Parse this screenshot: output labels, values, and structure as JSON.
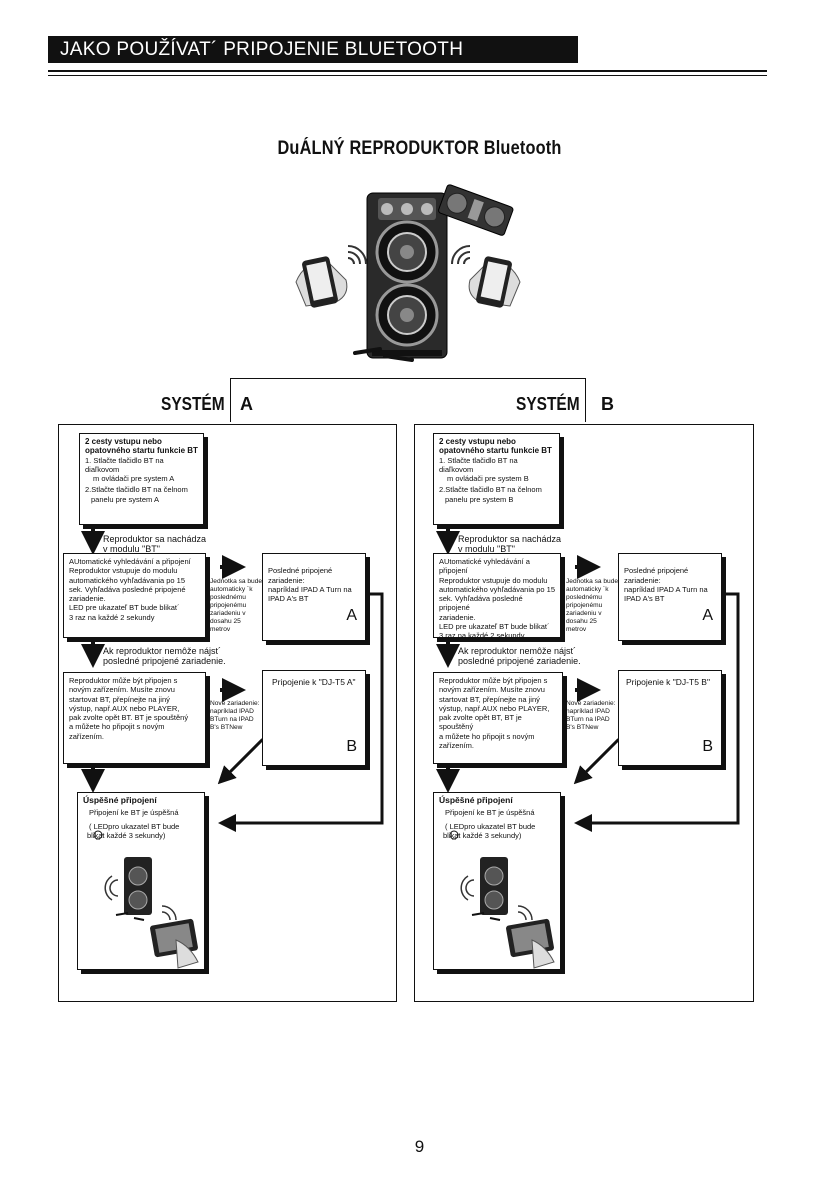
{
  "header": {
    "title": "JAKO POUŽÍVAT´ PRIPOJENIE   BLUETOOTH"
  },
  "hero": {
    "title": "DuÁLNÝ REPRODUKTOR   Bluetooth"
  },
  "systems": {
    "a": {
      "label": "SYSTÉM",
      "letter": "A"
    },
    "b": {
      "label": "SYSTÉM",
      "letter": "B"
    }
  },
  "panel_a": {
    "box1_title": "2 cesty vstupu nebo opatovného startu funkcie BT",
    "box1_line1": "1. Stlačte tlačidlo   BT na diaľkovom",
    "box1_line2": "m ovládači pre system A",
    "box1_line3": "2.Stlačte tlačidlo   BT na čelnom",
    "box1_line4": "panelu pre system A",
    "step1": "Reproduktor sa nachádza\nv  modulu \"BT\"",
    "box2": "AUtomatické  vyhledávání a připojení\nReproduktor vstupuje do modulu\nautomatického vyhľadávania po 15\nsek. Vyhľadáva posledné pripojené\nzariadenie.\nLED pre ukazateľ   BT bude blikat´\n3 raz na každé 2 sekundy",
    "note1": "Jednotka sa bude\nautomaticky  ´k\nposlednému\npripojenému\nzariadeniu v\ndosahu 25\nmetrov",
    "box3": "Posledné pripojené zariadenie:\nnapríklad   IPAD A Turn na\nIPAD A's BT",
    "letter_a": "A",
    "step2": "Ak reproduktor nemôže nájst´\nposledné pripojené zariadenie.",
    "box4": "Reproduktor může být připojen s\nnovým zařízením.  Musíte znovu\nstartovat BT, přepínejte na jiný\nvýstup, např.AUX nebo PLAYER,\npak zvolte opět BT. BT je spouštěný\na můžete ho připojit s novým\nzařízením.",
    "note2": "Nové zariadenie:\nnapríklad  IPAD\nBTurn na IPAD\nB's BTNew",
    "box5": "Pripojenie k  \"DJ-T5 A\"",
    "letter_b": "B",
    "success_title": "Úspěšné připojení",
    "success_line1": "Připojení ke BT je úspěšná",
    "success_line2": "(       LEDpro ukazatel BT bude",
    "success_line3": "blikat každé 3 sekundy)"
  },
  "panel_b": {
    "box1_title": "2 cesty vstupu nebo opatovného startu funkcie BT",
    "box1_line1": "1. Stlačte tlačidlo   BT na diaľkovom",
    "box1_line2": "m ovládači pre system B",
    "box1_line3": "2.Stlačte tlačidlo   BT na čelnom",
    "box1_line4": "panelu pre system B",
    "step1": "Reproduktor sa nachádza\nv  modulu \"BT\"",
    "box2": "AUtomatické  vyhledávání a připojení\nReproduktor vstupuje do modulu\nautomatického vyhľadávania po 15\nsek. Vyhľadáva posledné pripojené\nzariadenie.\nLED pre ukazateľ   BT bude blikat´\n3 raz na každé 2 sekundy",
    "note1": "Jednotka sa bude\nautomaticky  ´k\nposlednému\npripojenému\nzariadeniu v\ndosahu 25\nmetrov",
    "box3": "Posledné pripojené zariadenie:\nnapríklad   IPAD A Turn na\nIPAD A's BT",
    "letter_a": "A",
    "step2": "Ak reproduktor nemôže nájst´\nposledné pripojené zariadenie.",
    "box4": "Reproduktor může být připojen s\nnovým zařízením.  Musíte znovu\nstartovat BT, přepínejte na jiný\nvýstup, např.AUX nebo PLAYER,\npak zvolte opět BT, BT je spouštěný\na můžete ho připojit s novým\nzařízením.",
    "note2": "Nové zariadenie:\nnapríklad  IPAD\nBTurn na IPAD\nB's BTNew",
    "box5": "Pripojenie k \"DJ-T5 B\"",
    "letter_b": "B",
    "success_title": "Úspěšné připojení",
    "success_line1": "Připojení ke BT je úspěšná",
    "success_line2": "(       LEDpro ukazatel BT bude",
    "success_line3": "blikat každé 3 sekundy)"
  },
  "footer": {
    "page_number": "9"
  }
}
